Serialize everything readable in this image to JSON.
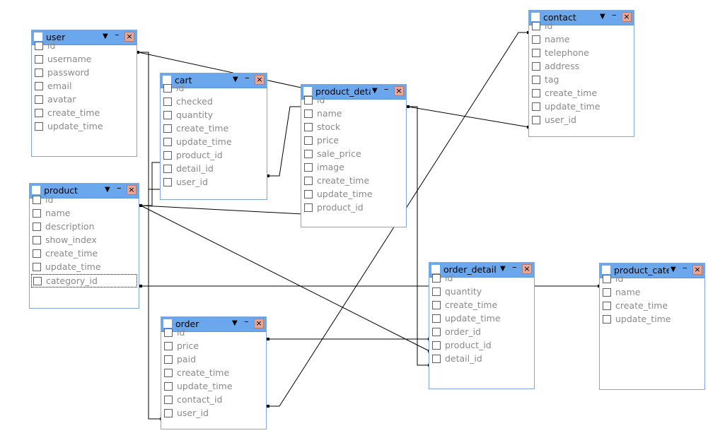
{
  "tables": [
    {
      "key": "user",
      "title": "user",
      "fields": [
        "id",
        "username",
        "password",
        "email",
        "avatar",
        "create_time",
        "update_time"
      ]
    },
    {
      "key": "cart",
      "title": "cart",
      "fields": [
        "id",
        "checked",
        "quantity",
        "create_time",
        "update_time",
        "product_id",
        "detail_id",
        "user_id"
      ]
    },
    {
      "key": "product_detail",
      "title": "product_deta",
      "fields": [
        "id",
        "name",
        "stock",
        "price",
        "sale_price",
        "image",
        "create_time",
        "update_time",
        "product_id"
      ]
    },
    {
      "key": "contact",
      "title": "contact",
      "fields": [
        "id",
        "name",
        "telephone",
        "address",
        "tag",
        "create_time",
        "update_time",
        "user_id"
      ]
    },
    {
      "key": "product",
      "title": "product",
      "fields": [
        "id",
        "name",
        "description",
        "show_index",
        "create_time",
        "update_time",
        "category_id"
      ]
    },
    {
      "key": "order",
      "title": "order",
      "fields": [
        "id",
        "price",
        "paid",
        "create_time",
        "update_time",
        "contact_id",
        "user_id"
      ]
    },
    {
      "key": "order_detail",
      "title": "order_detail",
      "fields": [
        "id",
        "quantity",
        "create_time",
        "update_time",
        "order_id",
        "product_id",
        "detail_id"
      ]
    },
    {
      "key": "product_category",
      "title": "product_cate",
      "fields": [
        "id",
        "name",
        "create_time",
        "update_time"
      ]
    }
  ],
  "header_icons": {
    "dropdown": "▼",
    "minimize": "–",
    "close": "×"
  },
  "selected_field": {
    "table": "product",
    "field": "category_id"
  },
  "colors": {
    "header": "#6aa7ec",
    "border": "#7ea8db",
    "field_text": "#8a8a8a",
    "close_bg": "#e4a79a",
    "line": "#000000"
  }
}
